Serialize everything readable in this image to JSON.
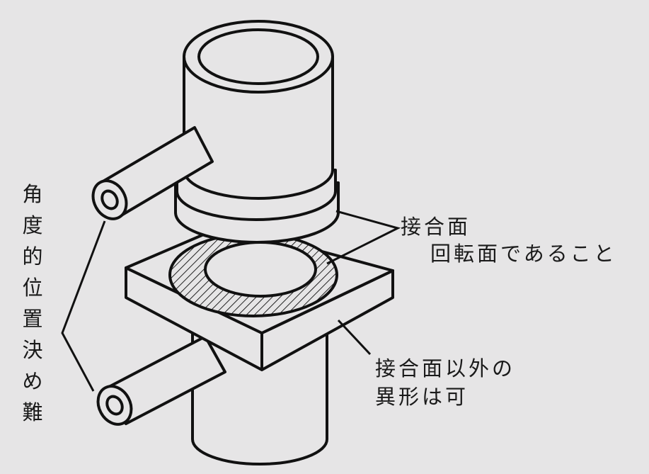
{
  "left_label": [
    "角",
    "度",
    "的",
    "位",
    "置",
    "決",
    "め",
    "難"
  ],
  "joint_label": {
    "line1": "接合面",
    "line2": "回転面であること"
  },
  "other_label": {
    "line1": "接合面以外の",
    "line2": "異形は可"
  },
  "colors": {
    "background": "#e6e5e6",
    "ink": "#111111"
  }
}
